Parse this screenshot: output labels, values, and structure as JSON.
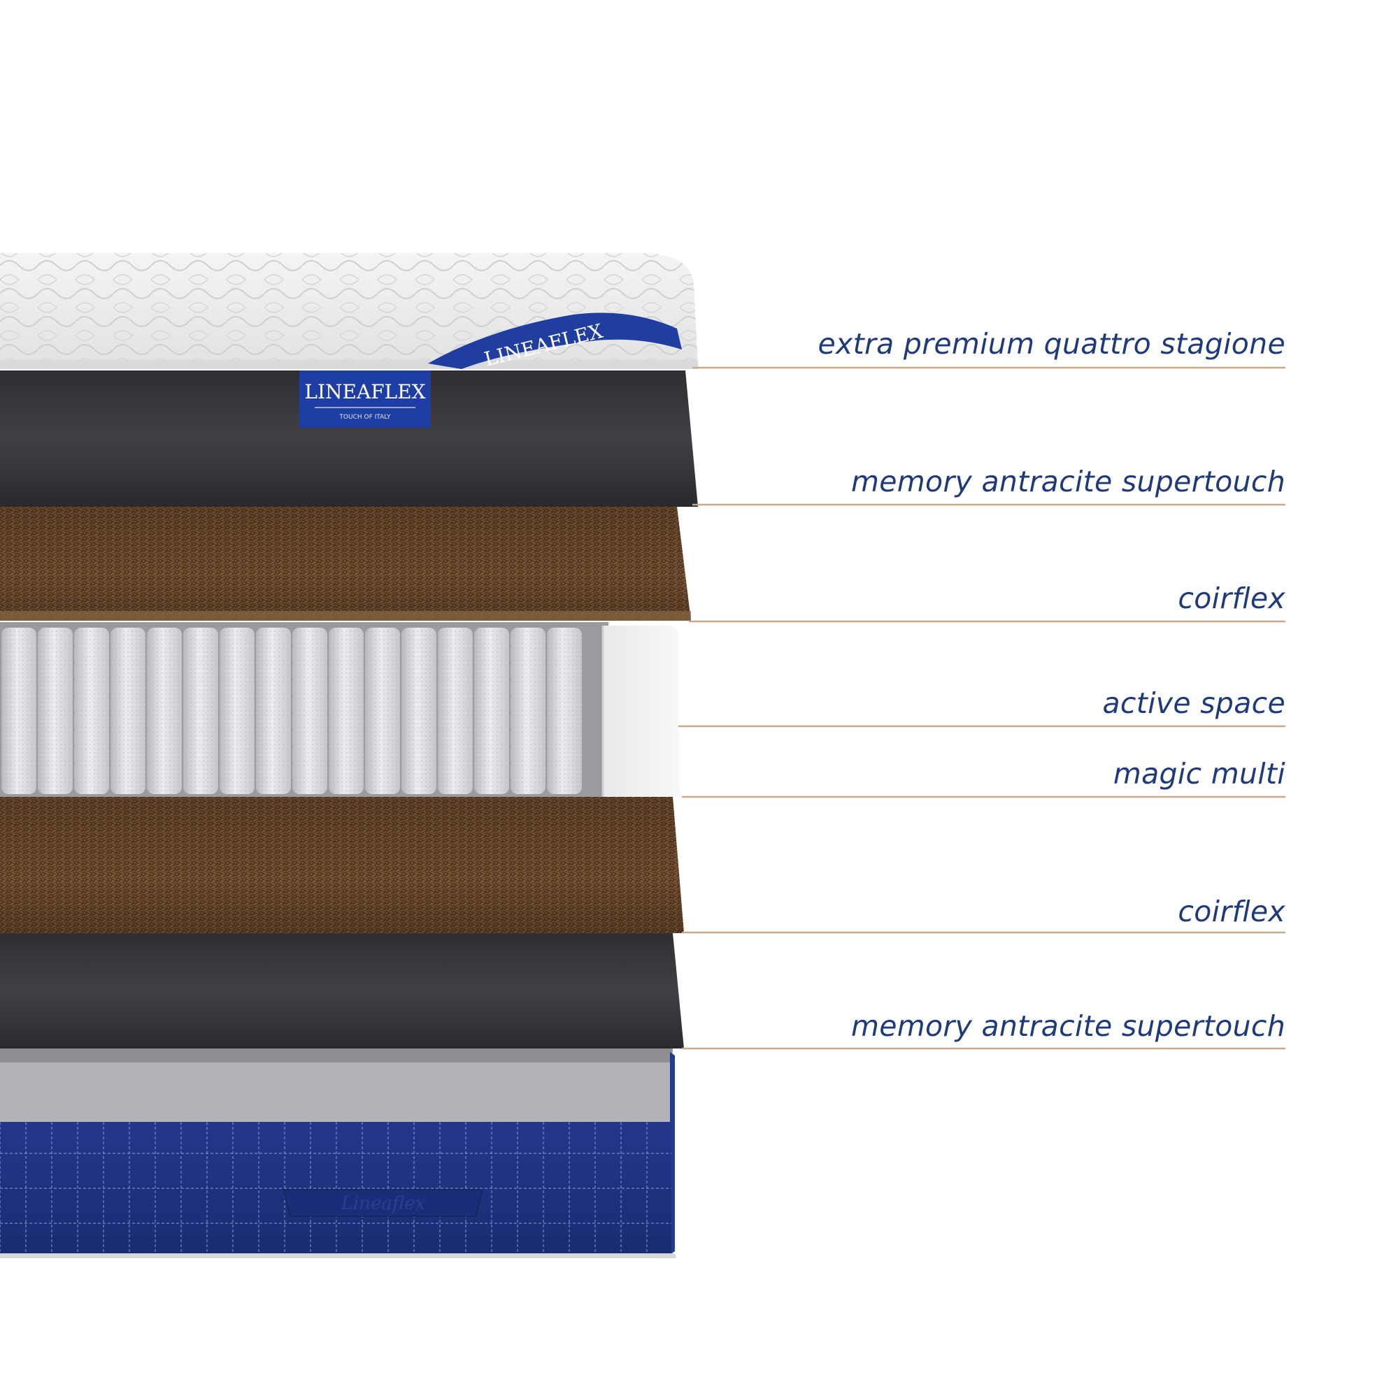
{
  "brand": {
    "name": "LINEAFLEX",
    "tagline": "TOUCH OF ITALY",
    "colors": {
      "label_text": "#1f3a7a",
      "leader_line": "#c9a98c",
      "cover_blue": "#1e3381",
      "coir": "#6b4a2e",
      "memory": "#3a3a3e"
    }
  },
  "layers": [
    {
      "id": "cover-top",
      "label": "extra premium quattro stagione",
      "material": "quilted-cover"
    },
    {
      "id": "memory-top",
      "label": "memory antracite supertouch",
      "material": "memory-foam"
    },
    {
      "id": "coir-top",
      "label": "coirflex",
      "material": "coir"
    },
    {
      "id": "springs",
      "label": "active space",
      "material": "pocket-springs"
    },
    {
      "id": "foam-frame",
      "label": "magic multi",
      "material": "foam-frame"
    },
    {
      "id": "coir-bottom",
      "label": "coirflex",
      "material": "coir"
    },
    {
      "id": "memory-bottom",
      "label": "memory antracite supertouch",
      "material": "memory-foam"
    }
  ],
  "base": {
    "material": "quilted-blue-border",
    "icons": [
      "brand-logo-icon",
      "embroidered-logo-icon"
    ]
  }
}
